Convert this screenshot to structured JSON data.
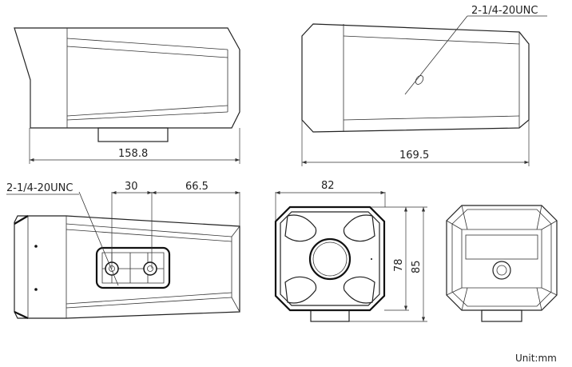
{
  "title": "Camera dimension drawing",
  "views": {
    "side": {
      "length_label": "158.8"
    },
    "top": {
      "length_label": "169.5",
      "thread_label": "2-1/4-20UNC"
    },
    "bottom": {
      "thread_label": "2-1/4-20UNC",
      "spacing_label": "30",
      "offset_label": "66.5"
    },
    "front": {
      "width_label": "82",
      "height_label": "78",
      "overall_height_label": "85"
    },
    "rear": {}
  },
  "unit_label": "Unit:mm"
}
